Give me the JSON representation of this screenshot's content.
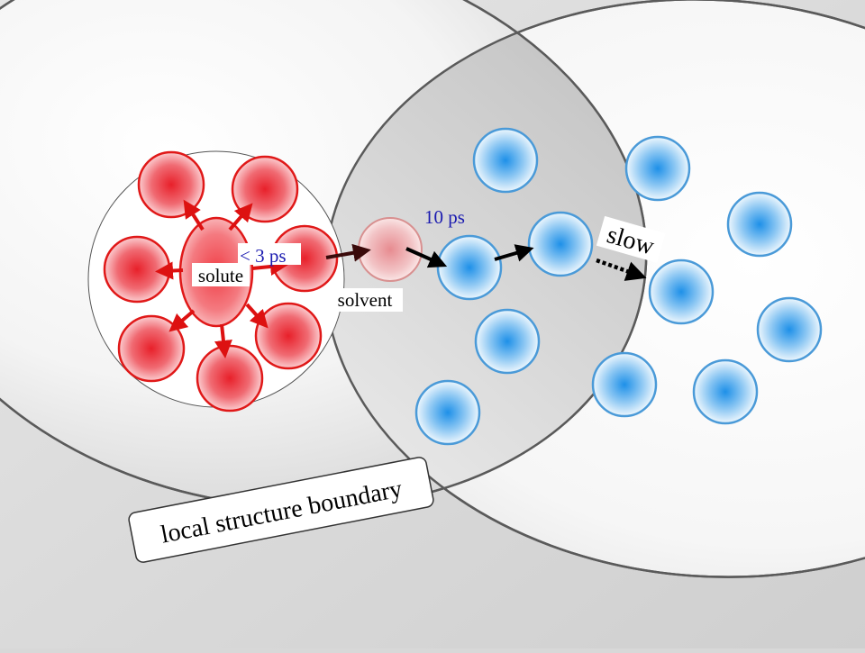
{
  "diagram": {
    "labels": {
      "solute": "solute",
      "solvent": "solvent",
      "fast_time": "< 3 ps",
      "mid_time": "10 ps",
      "slow": "slow",
      "boundary": "local structure boundary"
    },
    "colors": {
      "solute_red": "#e8202a",
      "solvent_blue": "#1e90e8",
      "blue_outline": "#4a9ad8",
      "time_text": "#1a1ab0",
      "arrow_red": "#dd1111",
      "arrow_dark": "#3a0a0a",
      "background": "#d8d8d8"
    }
  }
}
